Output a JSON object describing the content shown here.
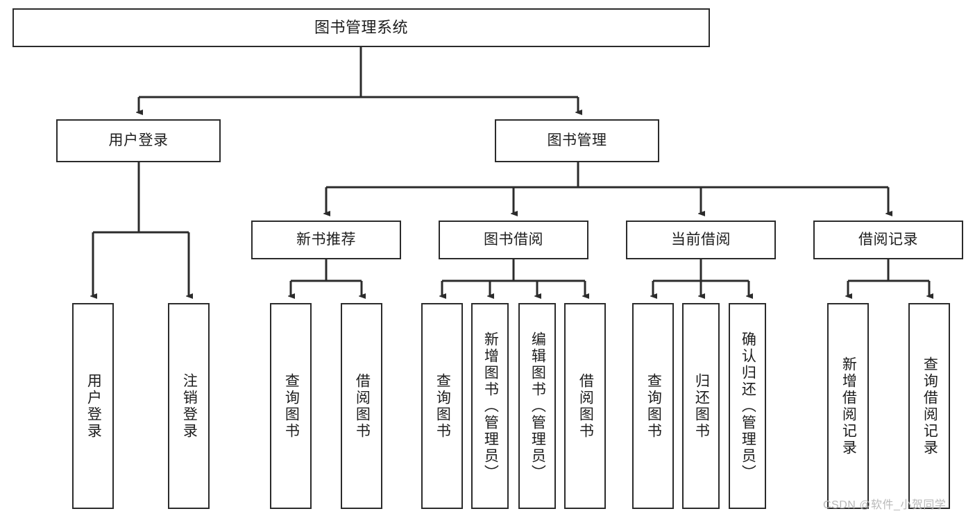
{
  "diagram": {
    "title": "图书管理系统",
    "type": "tree",
    "watermark": "CSDN @软件_小贺同学",
    "colors": {
      "stroke": "#2b2b2b",
      "fill": "#ffffff",
      "text": "#1d1d1d",
      "watermark": "#b9b9b9"
    },
    "nodes": {
      "root": {
        "label": "图书管理系统"
      },
      "level2": [
        {
          "label": "用户登录"
        },
        {
          "label": "图书管理"
        }
      ],
      "level3": [
        {
          "label": "新书推荐"
        },
        {
          "label": "图书借阅"
        },
        {
          "label": "当前借阅"
        },
        {
          "label": "借阅记录"
        }
      ],
      "leaves": {
        "user_login": [
          {
            "label": "用户登录"
          },
          {
            "label": "注销登录"
          }
        ],
        "new_book_recommend": [
          {
            "label": "查询图书"
          },
          {
            "label": "借阅图书"
          }
        ],
        "book_borrow": [
          {
            "label": "查询图书"
          },
          {
            "label": "新增图书（管理员）"
          },
          {
            "label": "编辑图书（管理员）"
          },
          {
            "label": "借阅图书"
          }
        ],
        "current_borrow": [
          {
            "label": "查询图书"
          },
          {
            "label": "归还图书"
          },
          {
            "label": "确认归还（管理员）"
          }
        ],
        "borrow_record": [
          {
            "label": "新增借阅记录"
          },
          {
            "label": "查询借阅记录"
          }
        ]
      }
    }
  }
}
